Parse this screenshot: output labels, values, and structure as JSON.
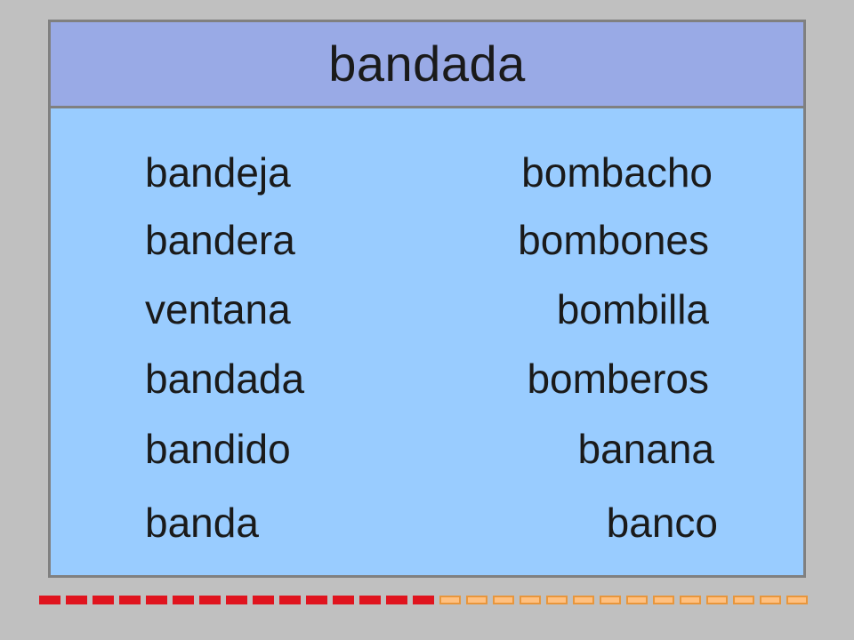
{
  "slide": {
    "title": "bandada",
    "left_words": [
      "bandeja",
      "bandera",
      "ventana",
      "bandada",
      "bandido",
      "banda"
    ],
    "right_words": [
      "bombacho",
      "bombones",
      "bombilla",
      "bomberos",
      "banana",
      "banco"
    ]
  },
  "colors": {
    "background": "#c0c0c0",
    "header": "#99aae6",
    "panel": "#99ccff",
    "border": "#808080",
    "text": "#1a1a1a",
    "bar_red": "#e0141e",
    "bar_orange": "#ffc080"
  },
  "progress": {
    "completed_segments": 15,
    "total_segments": 29
  }
}
